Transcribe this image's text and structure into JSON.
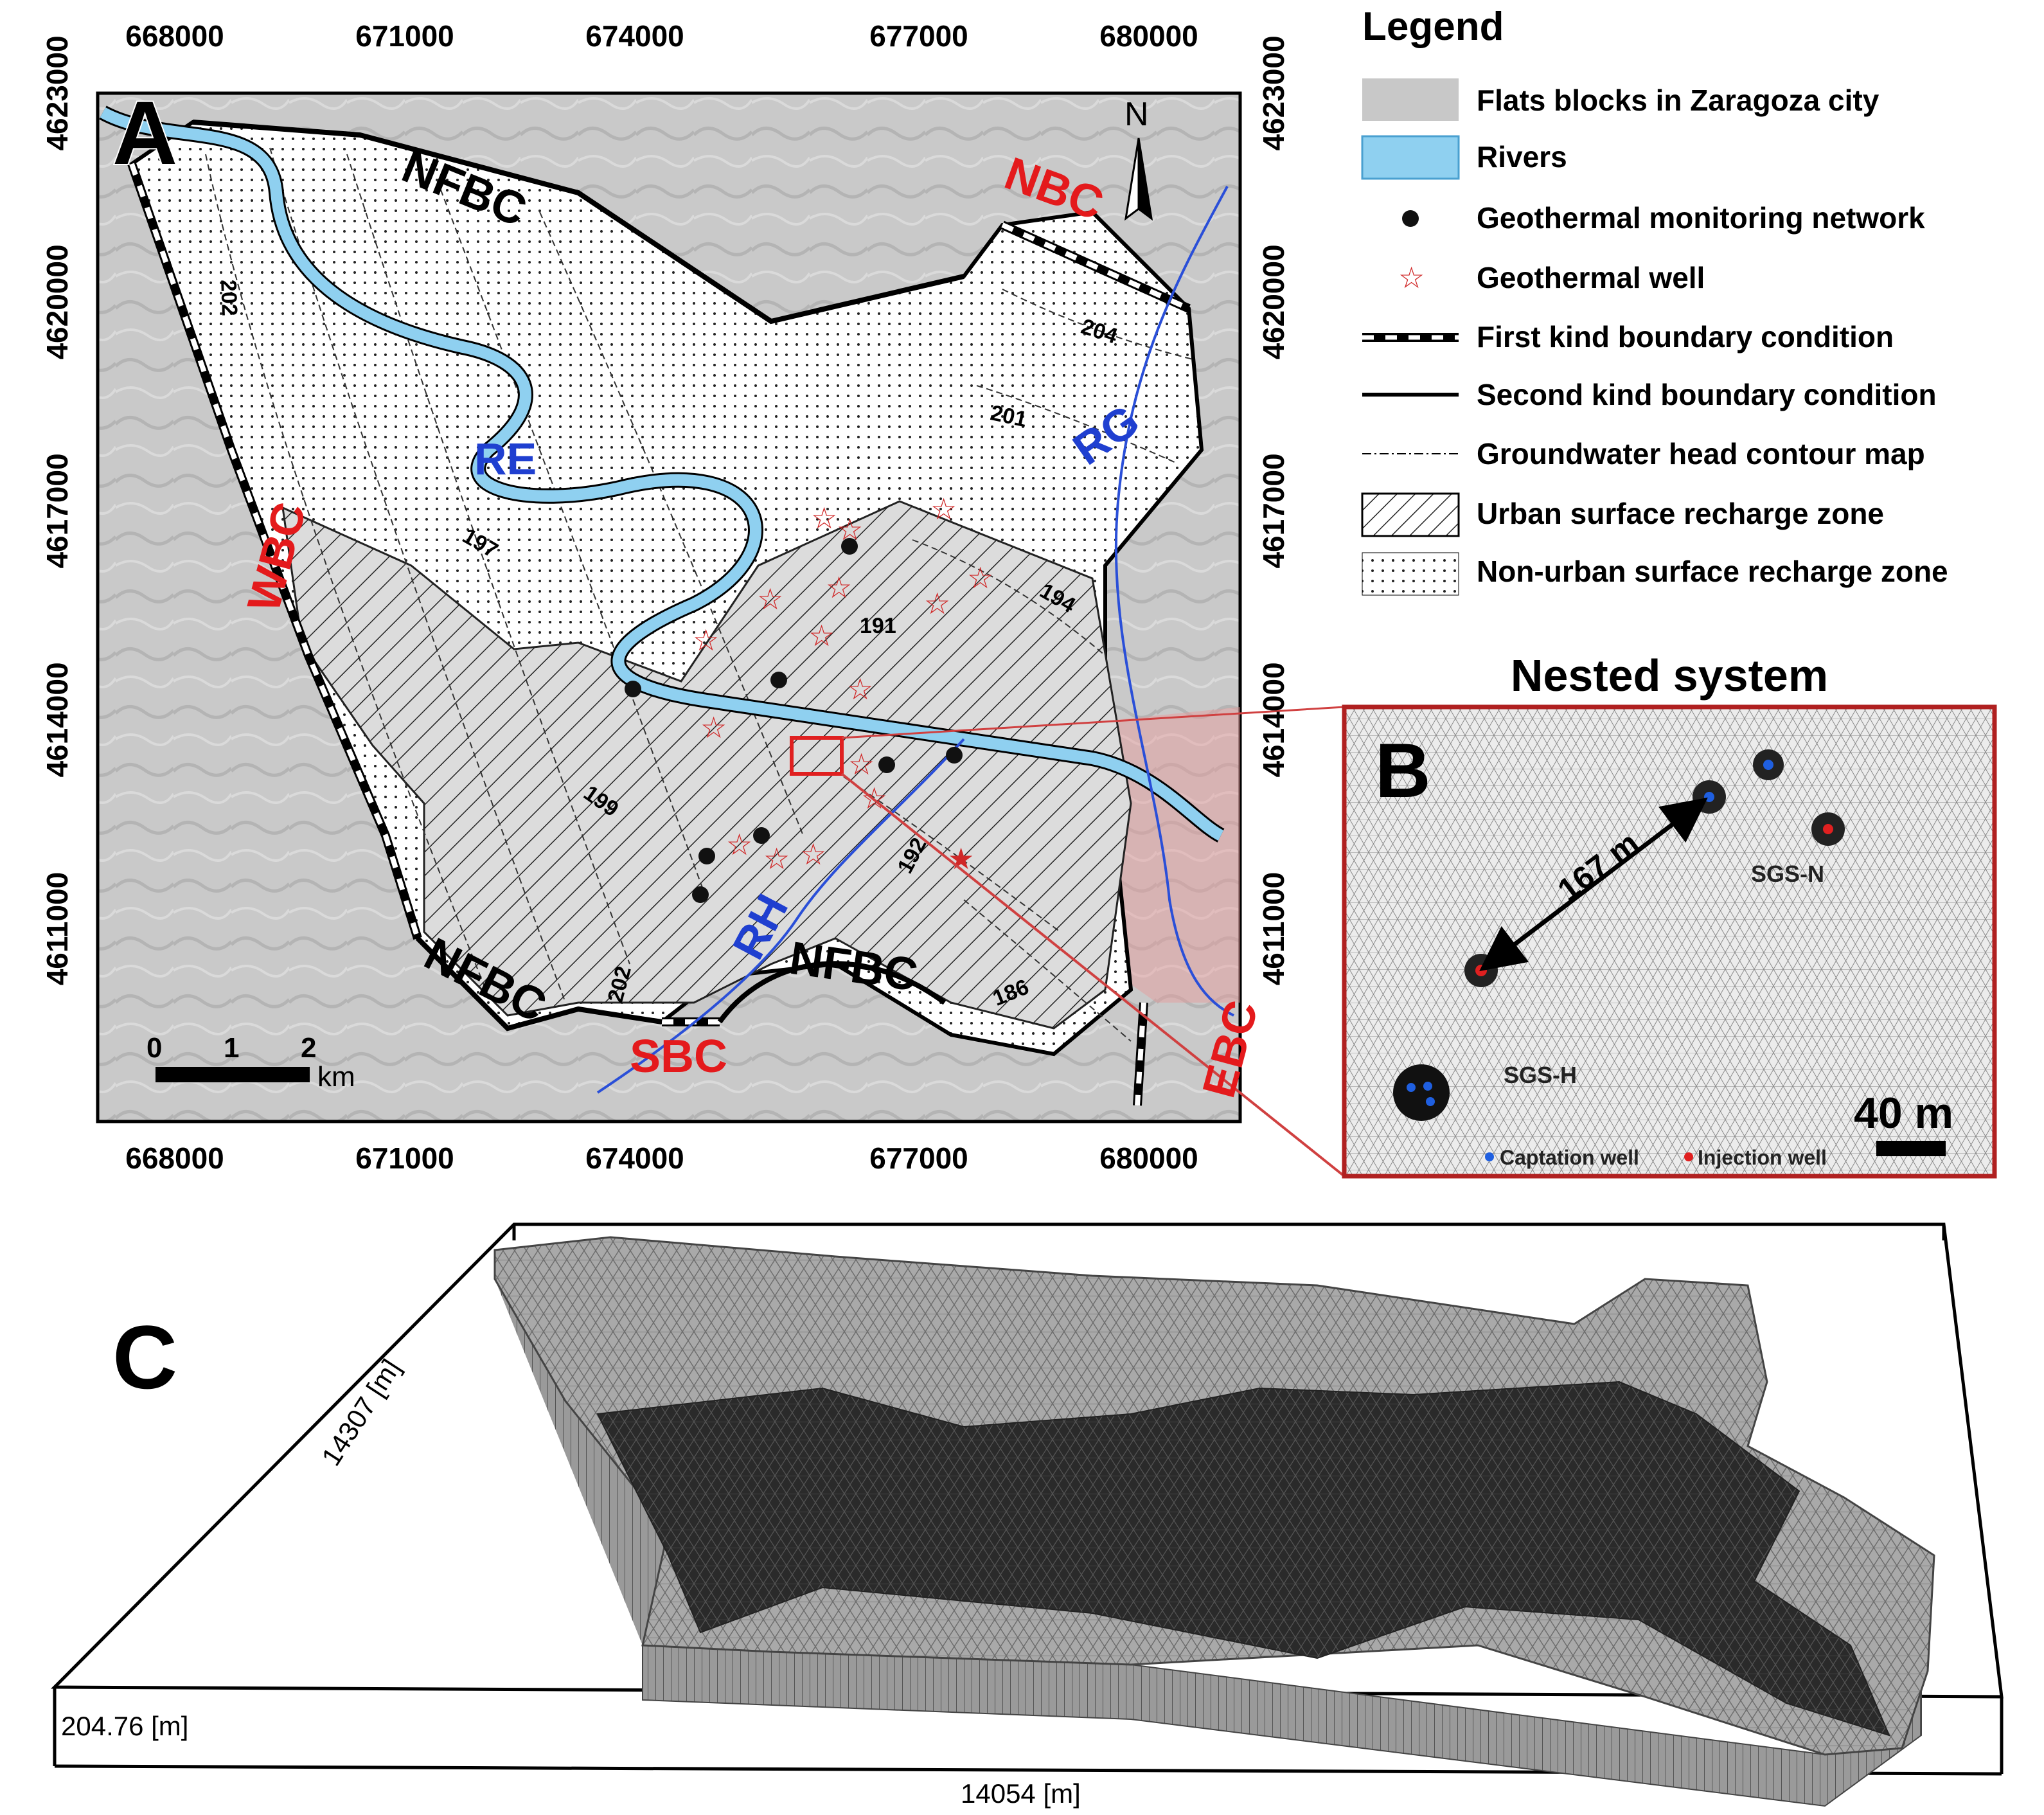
{
  "panel_a": {
    "label": "A",
    "x_ticks": [
      "668000",
      "671000",
      "674000",
      "677000",
      "680000"
    ],
    "y_ticks": [
      "4623000",
      "4620000",
      "4617000",
      "4614000",
      "4611000"
    ],
    "boundaries": {
      "nfbc": "NFBC",
      "nbc": "NBC",
      "wbc": "WBC",
      "sbc": "SBC",
      "ebc": "EBC"
    },
    "rivers": {
      "re": "RE",
      "rg": "RG",
      "rh": "RH"
    },
    "contours": [
      "202",
      "204",
      "201",
      "197",
      "191",
      "194",
      "199",
      "192",
      "202",
      "186"
    ],
    "north": "N",
    "scale": {
      "t0": "0",
      "t1": "1",
      "t2": "2",
      "unit": "km"
    }
  },
  "legend": {
    "title": "Legend",
    "items": [
      "Flats blocks in Zaragoza city",
      "Rivers",
      "Geothermal monitoring network",
      "Geothermal well",
      "First kind boundary condition",
      "Second kind boundary condition",
      "Groundwater head contour map",
      "Urban surface recharge zone",
      "Non-urban surface recharge zone"
    ]
  },
  "panel_b": {
    "title": "Nested system",
    "label": "B",
    "distance": "167 m",
    "sgs_n": "SGS-N",
    "sgs_h": "SGS-H",
    "scale": "40 m",
    "captation": "Captation well",
    "injection": "Injection well"
  },
  "panel_c": {
    "label": "C",
    "depth": "14307 [m]",
    "height": "204.76 [m]",
    "width": "14054 [m]"
  },
  "colors": {
    "river": "#8fd0f0",
    "boundary_red": "#e41a1c",
    "river_label": "#1f3fd0",
    "frame_red": "#c0302a",
    "captation": "#1f5fe0",
    "injection": "#e02020"
  }
}
